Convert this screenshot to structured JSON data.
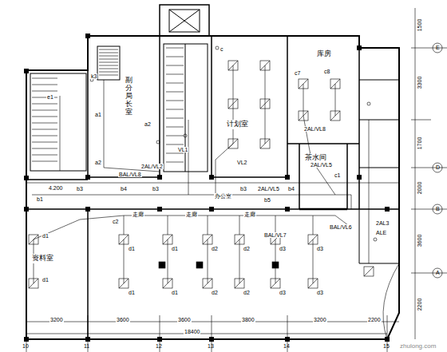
{
  "diagram": {
    "nodes": [
      {
        "text": [
          "副分局长室"
        ]
      },
      {
        "text": [
          "计划室"
        ]
      },
      {
        "text": [
          "库房"
        ]
      },
      {
        "text": [
          "茶水间"
        ]
      },
      {
        "text": [
          "资料室"
        ]
      }
    ],
    "labels": [
      "办公室",
      "走廊",
      "走廊",
      "走廊",
      "k3",
      "e1",
      "a1",
      "a2",
      "a2",
      "c",
      "VL1",
      "VL2",
      "c7",
      "c8",
      "c1",
      "c2",
      "4.200",
      "b3",
      "b1",
      "b4",
      "b3",
      "b5",
      "b4",
      "b3",
      "BAL/VL8",
      "2AL/VL2",
      "2AL/VL5",
      "2AL/VL5",
      "2AL/VL8",
      "BAL/VL6",
      "BAL/VL7",
      "d1",
      "d1",
      "d2",
      "d2",
      "d3",
      "d3",
      "d1",
      "d1",
      "d2",
      "d2",
      "d3",
      "d3",
      "d1",
      "d1",
      "2AL3",
      "ALE",
      "3200",
      "3600",
      "3600",
      "3800",
      "3200",
      "2200",
      "18400",
      "1500",
      "3300",
      "1700",
      "2000",
      "3600",
      "2200",
      "10",
      "11",
      "12",
      "13",
      "14",
      "15",
      "E",
      "D",
      "B",
      "A",
      "zhulong.com"
    ]
  }
}
